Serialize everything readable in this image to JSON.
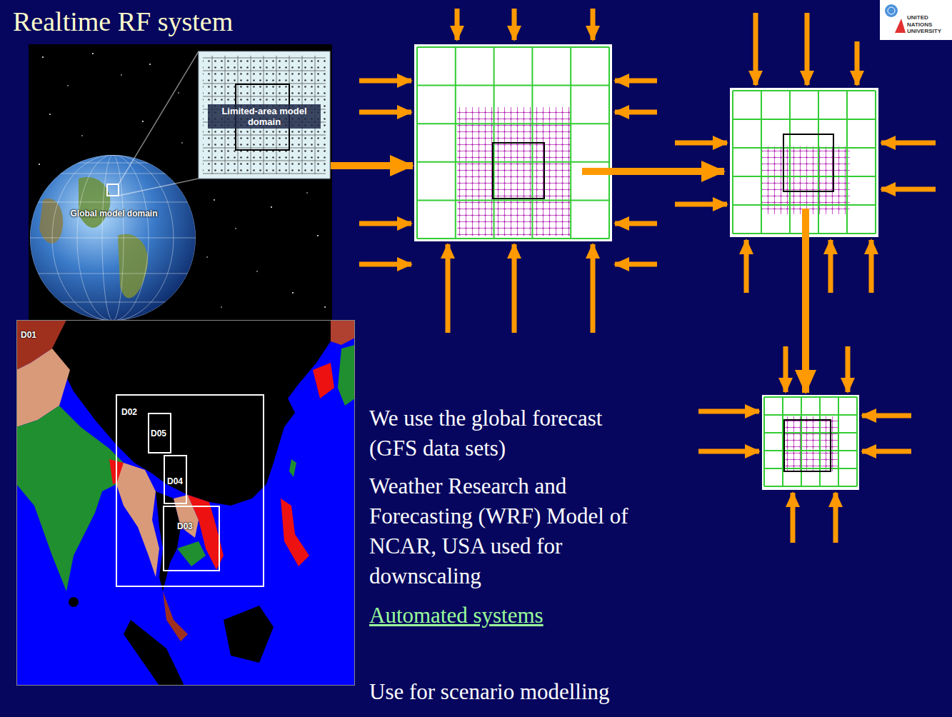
{
  "diagram": {
    "title": "Realtime RF system",
    "nodes": [
      {
        "text": [
          "Global model domain"
        ]
      },
      {
        "text": [
          "Limited-area model domain"
        ]
      },
      {
        "text": [
          "D01"
        ]
      },
      {
        "text": [
          "D02"
        ],
        "in": 2
      },
      {
        "text": [
          "D05"
        ],
        "in": 3
      },
      {
        "text": [
          "D04"
        ],
        "in": 3
      },
      {
        "text": [
          "D03"
        ],
        "in": 3
      }
    ],
    "labels": [
      "UNITED NATIONS UNIVERSITY",
      "We use the global forecast (GFS data sets)",
      "Weather Research and Forecasting (WRF) Model of NCAR, USA used for downscaling",
      "Automated systems",
      "Use for scenario modelling"
    ]
  }
}
